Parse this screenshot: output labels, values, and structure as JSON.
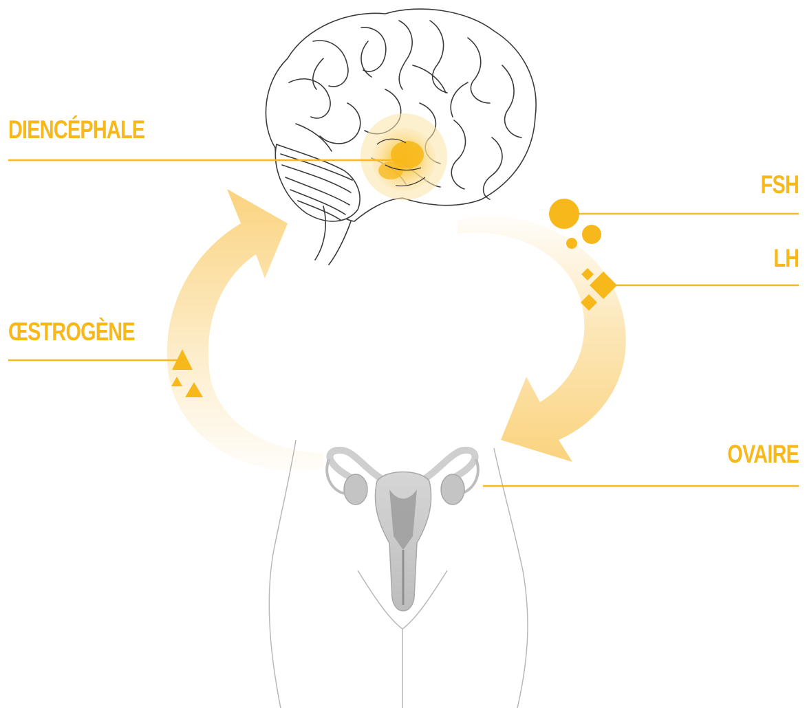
{
  "colors": {
    "accent": "#F7B81B",
    "glow": "#FBD36A",
    "arrow": "#FAD37E",
    "line_art": "#3a3a3a",
    "body_outline": "#b8b8b8",
    "organ": "#c9c9c9",
    "organ_dark": "#9a9a9a"
  },
  "labels": {
    "diencephale": "DIENCÉPHALE",
    "oestrogene": "ŒSTROGÈNE",
    "fsh": "FSH",
    "lh": "LH",
    "ovaire": "OVAIRE"
  },
  "icons": {
    "fsh_marker": "circle-cluster",
    "lh_marker": "diamond-cluster",
    "oestrogene_marker": "triangle-cluster",
    "brain": "brain-illustration",
    "uterus": "uterus-illustration"
  }
}
